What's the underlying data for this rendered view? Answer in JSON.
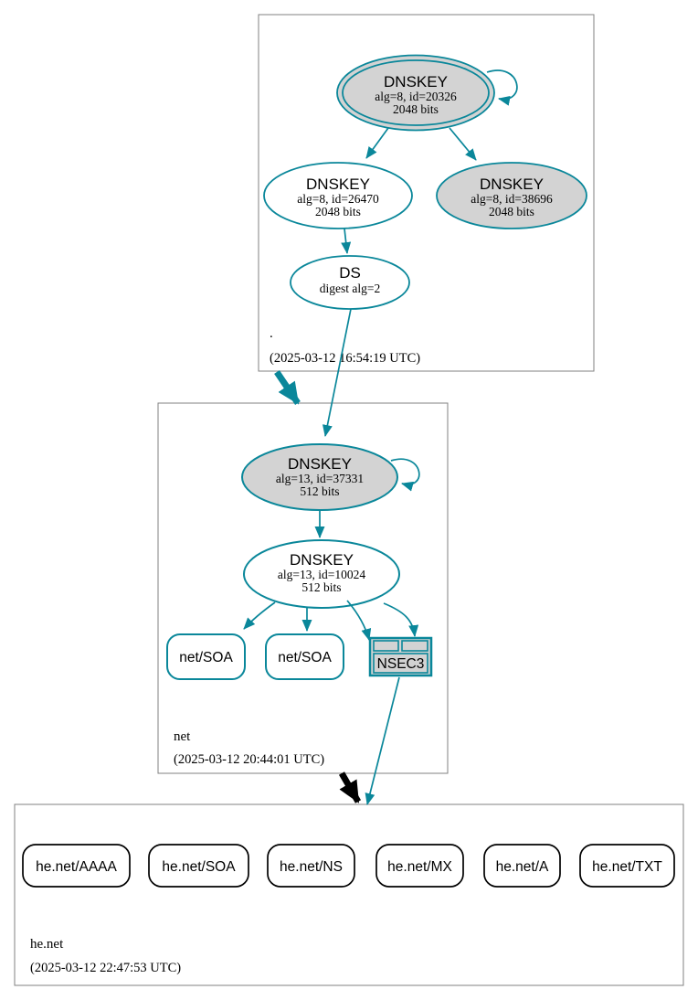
{
  "colors": {
    "secure_teal": "#0a879a",
    "node_fill_gray": "#d3d3d3",
    "box_border_gray": "#808080",
    "insecure_black": "#000000"
  },
  "zones": [
    {
      "name": ".",
      "timestamp": "(2025-03-12 16:54:19 UTC)",
      "nodes": {
        "key_20326": {
          "title": "DNSKEY",
          "detail1": "alg=8, id=20326",
          "detail2": "2048 bits"
        },
        "key_26470": {
          "title": "DNSKEY",
          "detail1": "alg=8, id=26470",
          "detail2": "2048 bits"
        },
        "key_38696": {
          "title": "DNSKEY",
          "detail1": "alg=8, id=38696",
          "detail2": "2048 bits"
        },
        "ds": {
          "title": "DS",
          "detail1": "digest alg=2"
        }
      }
    },
    {
      "name": "net",
      "timestamp": "(2025-03-12 20:44:01 UTC)",
      "nodes": {
        "key_37331": {
          "title": "DNSKEY",
          "detail1": "alg=13, id=37331",
          "detail2": "512 bits"
        },
        "key_10024": {
          "title": "DNSKEY",
          "detail1": "alg=13, id=10024",
          "detail2": "512 bits"
        },
        "soa_left": {
          "label": "net/SOA"
        },
        "soa_right": {
          "label": "net/SOA"
        },
        "nsec3": {
          "label": "NSEC3"
        }
      }
    },
    {
      "name": "he.net",
      "timestamp": "(2025-03-12 22:47:53 UTC)",
      "rrsets": [
        "he.net/AAAA",
        "he.net/SOA",
        "he.net/NS",
        "he.net/MX",
        "he.net/A",
        "he.net/TXT"
      ]
    }
  ]
}
